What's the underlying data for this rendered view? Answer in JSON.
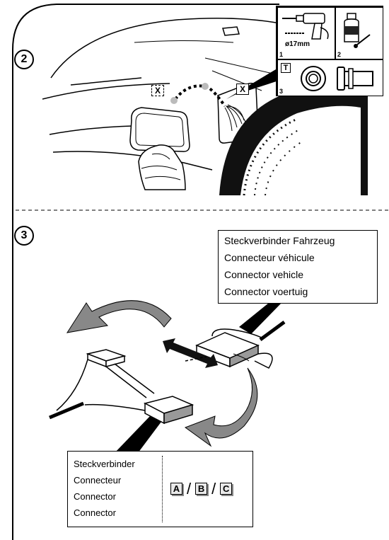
{
  "steps": [
    {
      "number": "2"
    },
    {
      "number": "3"
    }
  ],
  "tools": {
    "drill_size": "ø17mm",
    "cell_numbers": [
      "1",
      "2",
      "3"
    ],
    "tool3_badge": "T"
  },
  "markers": {
    "x_label": "X"
  },
  "vehicle_connector_labels": [
    "Steckverbinder Fahrzeug",
    "Connecteur véhicule",
    "Connector vehicle",
    "Connector voertuig"
  ],
  "generic_connector_labels": [
    "Steckverbinder",
    "Connecteur",
    "Connector",
    "Connector"
  ],
  "connector_codes": [
    "A",
    "B",
    "C"
  ],
  "separator": "/"
}
